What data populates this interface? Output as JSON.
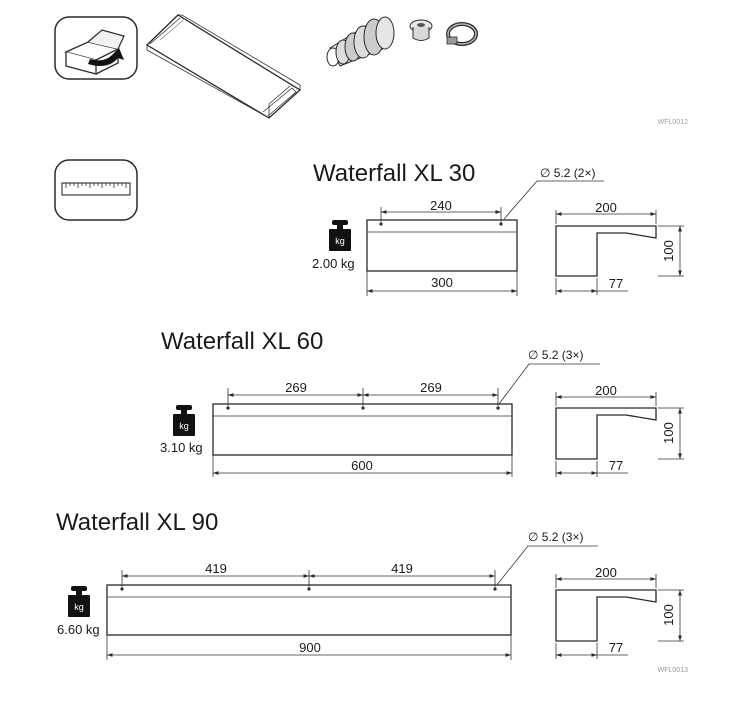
{
  "codes": {
    "top": "WFL0012",
    "bottom": "WFL0013"
  },
  "kg_label": "kg",
  "models": [
    {
      "title": "Waterfall XL 30",
      "weight": "2.00 kg",
      "hole": "∅ 5.2 (2×)",
      "spacings": [
        "240"
      ],
      "length": "300",
      "depth": "200",
      "height": "100",
      "lip": "77"
    },
    {
      "title": "Waterfall XL 60",
      "weight": "3.10 kg",
      "hole": "∅ 5.2 (3×)",
      "spacings": [
        "269",
        "269"
      ],
      "length": "600",
      "depth": "200",
      "height": "100",
      "lip": "77"
    },
    {
      "title": "Waterfall XL 90",
      "weight": "6.60 kg",
      "hole": "∅ 5.2 (3×)",
      "spacings": [
        "419",
        "419"
      ],
      "length": "900",
      "depth": "200",
      "height": "100",
      "lip": "77"
    }
  ]
}
